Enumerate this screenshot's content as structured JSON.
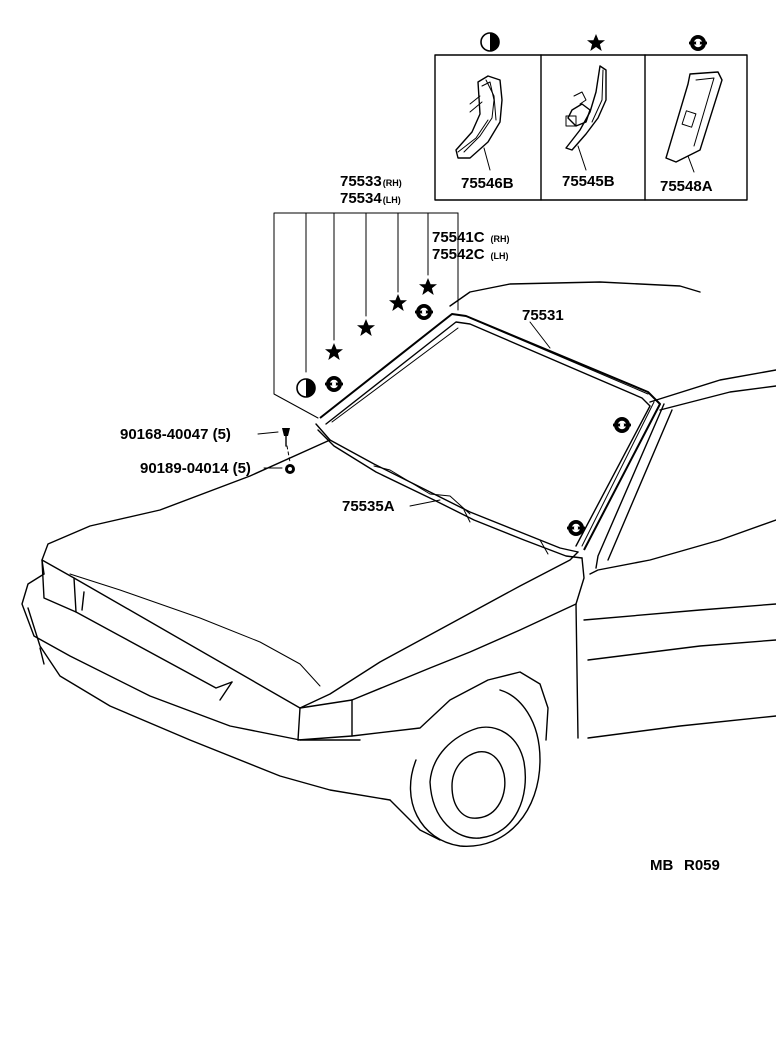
{
  "legend": {
    "boxes": [
      {
        "symbol": "half-circle",
        "part": "75546B"
      },
      {
        "symbol": "star",
        "part": "75545B"
      },
      {
        "symbol": "ring",
        "part": "75548A"
      }
    ]
  },
  "callouts": {
    "molding_upper_rh": {
      "num": "75533",
      "side": "(RH)"
    },
    "molding_upper_lh": {
      "num": "75534",
      "side": "(LH)"
    },
    "molding_side_rh": {
      "num": "75541C",
      "side": "(RH)"
    },
    "molding_side_lh": {
      "num": "75542C",
      "side": "(LH)"
    },
    "windshield_molding": "75531",
    "lower_molding": "75535A",
    "screw": "90168-40047 (5)",
    "nut": "90189-04014 (5)"
  },
  "footer": {
    "code_left": "MB",
    "code_right": "R059"
  }
}
